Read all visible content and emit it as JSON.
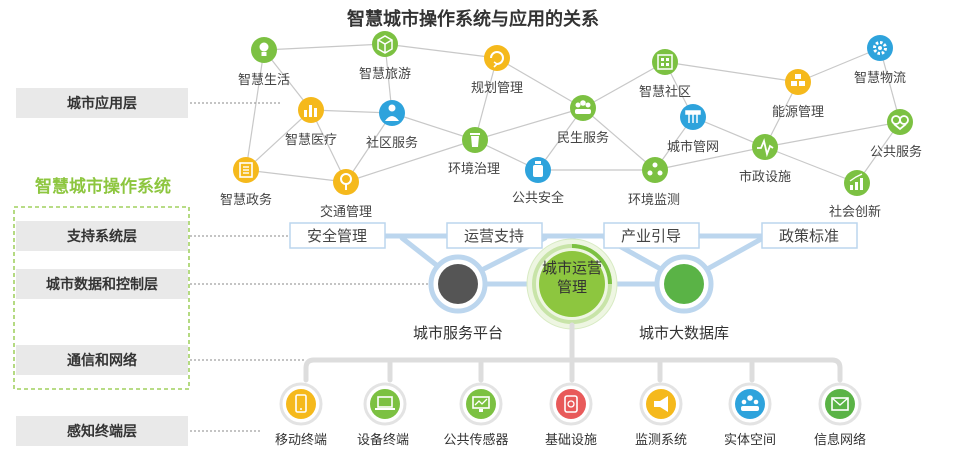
{
  "title": "智慧城市操作系统与应用的关系",
  "os_label": "智慧城市操作系统",
  "layers": {
    "app": "城市应用层",
    "support": "支持系统层",
    "data": "城市数据和控制层",
    "comm": "通信和网络",
    "sense": "感知终端层"
  },
  "support_boxes": {
    "safety": "安全管理",
    "ops": "运营支持",
    "industry": "产业引导",
    "policy": "政策标准"
  },
  "core": {
    "center": "城市运营\n管理",
    "left": "城市服务平台",
    "right": "城市大数据库"
  },
  "apps": {
    "life": "智慧生活",
    "travel": "智慧旅游",
    "planning": "规划管理",
    "community": "智慧社区",
    "logistics": "智慧物流",
    "medical": "智慧医疗",
    "social": "社区服务",
    "livelihood": "民生服务",
    "energy": "能源管理",
    "pipe": "城市管网",
    "public_service": "公共服务",
    "gov": "智慧政务",
    "env_gov": "环境治理",
    "municipal": "市政设施",
    "traffic": "交通管理",
    "security": "公共安全",
    "env_monitor": "环境监测",
    "innovation": "社会创新"
  },
  "terminals": {
    "mobile": "移动终端",
    "device": "设备终端",
    "sensor": "公共传感器",
    "infra": "基础设施",
    "monitor": "监测系统",
    "space": "实体空间",
    "info": "信息网络"
  },
  "colors": {
    "green": "#7cc142",
    "blue": "#2ea3dc",
    "yellow": "#f5b91c",
    "red": "#e85a5a",
    "dark_gray": "#555555",
    "light_blue": "#bcd6ee",
    "os_green": "#8dc63f"
  }
}
